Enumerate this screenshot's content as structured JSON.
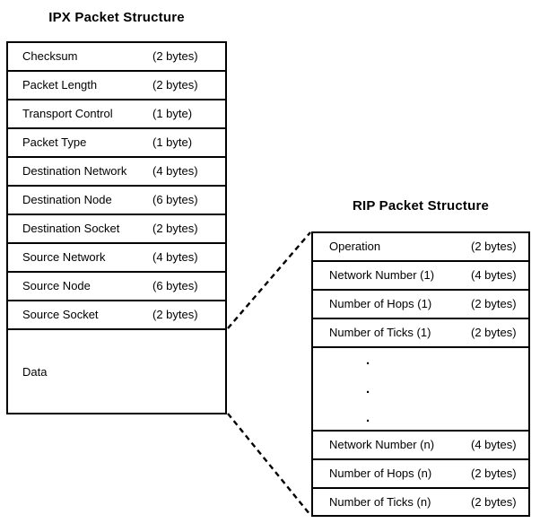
{
  "diagram": {
    "background_color": "#ffffff",
    "line_color": "#000000",
    "text_color": "#000000"
  },
  "ipx": {
    "title": "IPX Packet Structure",
    "rows": [
      {
        "label": "Checksum",
        "size": "(2 bytes)"
      },
      {
        "label": "Packet Length",
        "size": "(2 bytes)"
      },
      {
        "label": "Transport Control",
        "size": "(1 byte)"
      },
      {
        "label": "Packet Type",
        "size": "(1 byte)"
      },
      {
        "label": "Destination Network",
        "size": "(4 bytes)"
      },
      {
        "label": "Destination Node",
        "size": "(6 bytes)"
      },
      {
        "label": "Destination Socket",
        "size": "(2 bytes)"
      },
      {
        "label": "Source Network",
        "size": "(4 bytes)"
      },
      {
        "label": "Source Node",
        "size": "(6 bytes)"
      },
      {
        "label": "Source Socket",
        "size": "(2 bytes)"
      }
    ],
    "data_label": "Data"
  },
  "rip": {
    "title": "RIP Packet Structure",
    "rows_top": [
      {
        "label": "Operation",
        "size": "(2 bytes)"
      },
      {
        "label": "Network Number (1)",
        "size": "(4 bytes)"
      },
      {
        "label": "Number of Hops (1)",
        "size": "(2 bytes)"
      },
      {
        "label": "Number of Ticks (1)",
        "size": "(2 bytes)"
      }
    ],
    "ellipsis_dot": ".",
    "rows_bottom": [
      {
        "label": "Network Number (n)",
        "size": "(4 bytes)"
      },
      {
        "label": "Number of Hops (n)",
        "size": "(2 bytes)"
      },
      {
        "label": "Number of Ticks (n)",
        "size": "(2 bytes)"
      }
    ]
  }
}
